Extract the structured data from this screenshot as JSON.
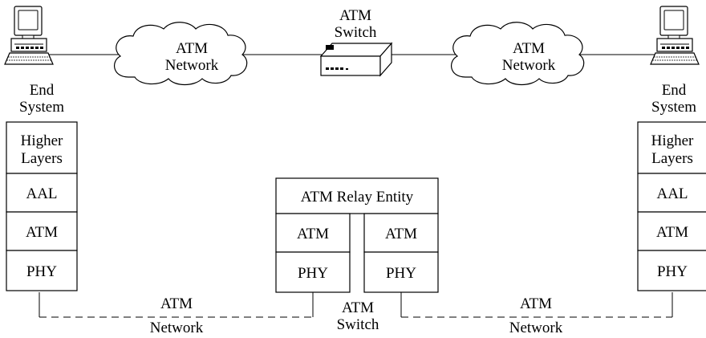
{
  "top": {
    "left_end_system": [
      "End",
      "System"
    ],
    "right_end_system": [
      "End",
      "System"
    ],
    "left_cloud": [
      "ATM",
      "Network"
    ],
    "right_cloud": [
      "ATM",
      "Network"
    ],
    "switch": [
      "ATM",
      "Switch"
    ]
  },
  "stacks": {
    "left": [
      "Higher",
      "Layers",
      "AAL",
      "ATM",
      "PHY"
    ],
    "right": [
      "Higher",
      "Layers",
      "AAL",
      "ATM",
      "PHY"
    ],
    "relay": {
      "title": "ATM Relay Entity",
      "left": [
        "ATM",
        "PHY"
      ],
      "right": [
        "ATM",
        "PHY"
      ]
    }
  },
  "bottom": {
    "left_network": [
      "ATM",
      "Network"
    ],
    "switch": [
      "ATM",
      "Switch"
    ],
    "right_network": [
      "ATM",
      "Network"
    ]
  }
}
